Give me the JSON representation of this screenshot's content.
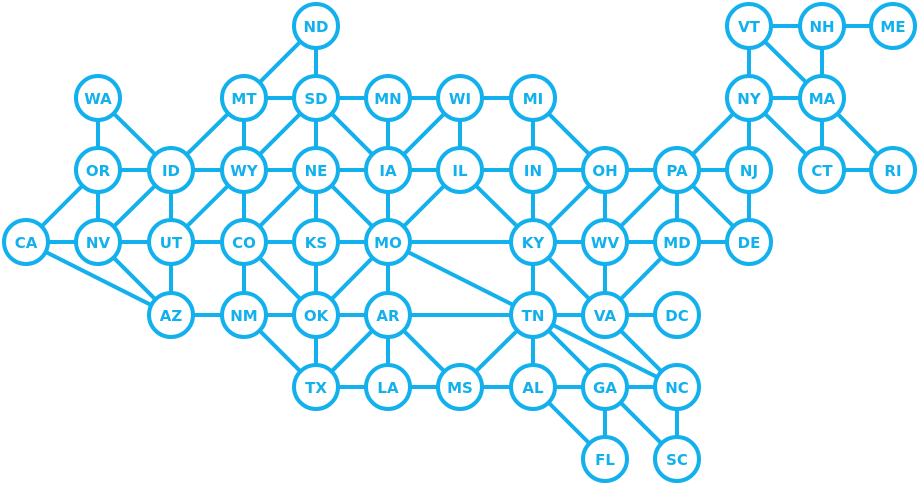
{
  "diagram": {
    "color": "#12b0ec",
    "nodes": [
      {
        "id": "ND"
      },
      {
        "id": "VT"
      },
      {
        "id": "NH"
      },
      {
        "id": "ME"
      },
      {
        "id": "WA"
      },
      {
        "id": "MT"
      },
      {
        "id": "SD"
      },
      {
        "id": "MN"
      },
      {
        "id": "WI"
      },
      {
        "id": "MI"
      },
      {
        "id": "NY"
      },
      {
        "id": "MA"
      },
      {
        "id": "OR"
      },
      {
        "id": "ID"
      },
      {
        "id": "WY"
      },
      {
        "id": "NE"
      },
      {
        "id": "IA"
      },
      {
        "id": "IL"
      },
      {
        "id": "IN"
      },
      {
        "id": "OH"
      },
      {
        "id": "PA"
      },
      {
        "id": "NJ"
      },
      {
        "id": "CT"
      },
      {
        "id": "RI"
      },
      {
        "id": "CA"
      },
      {
        "id": "NV"
      },
      {
        "id": "UT"
      },
      {
        "id": "CO"
      },
      {
        "id": "KS"
      },
      {
        "id": "MO"
      },
      {
        "id": "KY"
      },
      {
        "id": "WV"
      },
      {
        "id": "MD"
      },
      {
        "id": "DE"
      },
      {
        "id": "AZ"
      },
      {
        "id": "NM"
      },
      {
        "id": "OK"
      },
      {
        "id": "AR"
      },
      {
        "id": "TN"
      },
      {
        "id": "VA"
      },
      {
        "id": "DC"
      },
      {
        "id": "TX"
      },
      {
        "id": "LA"
      },
      {
        "id": "MS"
      },
      {
        "id": "AL"
      },
      {
        "id": "GA"
      },
      {
        "id": "NC"
      },
      {
        "id": "FL"
      },
      {
        "id": "SC"
      }
    ],
    "edges": [
      [
        "WA",
        "OR"
      ],
      [
        "WA",
        "ID"
      ],
      [
        "OR",
        "ID"
      ],
      [
        "OR",
        "NV"
      ],
      [
        "OR",
        "CA"
      ],
      [
        "CA",
        "NV"
      ],
      [
        "CA",
        "AZ"
      ],
      [
        "NV",
        "ID"
      ],
      [
        "NV",
        "UT"
      ],
      [
        "NV",
        "AZ"
      ],
      [
        "ID",
        "MT"
      ],
      [
        "ID",
        "WY"
      ],
      [
        "ID",
        "UT"
      ],
      [
        "UT",
        "WY"
      ],
      [
        "UT",
        "CO"
      ],
      [
        "UT",
        "AZ"
      ],
      [
        "AZ",
        "NM"
      ],
      [
        "MT",
        "ND"
      ],
      [
        "MT",
        "SD"
      ],
      [
        "MT",
        "WY"
      ],
      [
        "WY",
        "SD"
      ],
      [
        "WY",
        "NE"
      ],
      [
        "WY",
        "CO"
      ],
      [
        "CO",
        "NE"
      ],
      [
        "CO",
        "KS"
      ],
      [
        "CO",
        "OK"
      ],
      [
        "CO",
        "NM"
      ],
      [
        "NM",
        "OK"
      ],
      [
        "NM",
        "TX"
      ],
      [
        "ND",
        "SD"
      ],
      [
        "SD",
        "MN"
      ],
      [
        "SD",
        "NE"
      ],
      [
        "SD",
        "IA"
      ],
      [
        "NE",
        "IA"
      ],
      [
        "NE",
        "KS"
      ],
      [
        "NE",
        "MO"
      ],
      [
        "KS",
        "MO"
      ],
      [
        "KS",
        "OK"
      ],
      [
        "OK",
        "MO"
      ],
      [
        "OK",
        "AR"
      ],
      [
        "OK",
        "TX"
      ],
      [
        "TX",
        "AR"
      ],
      [
        "TX",
        "LA"
      ],
      [
        "MN",
        "WI"
      ],
      [
        "MN",
        "IA"
      ],
      [
        "IA",
        "WI"
      ],
      [
        "IA",
        "IL"
      ],
      [
        "IA",
        "MO"
      ],
      [
        "MO",
        "IL"
      ],
      [
        "MO",
        "KY"
      ],
      [
        "MO",
        "TN"
      ],
      [
        "MO",
        "AR"
      ],
      [
        "AR",
        "TN"
      ],
      [
        "AR",
        "MS"
      ],
      [
        "AR",
        "LA"
      ],
      [
        "LA",
        "MS"
      ],
      [
        "WI",
        "MI"
      ],
      [
        "WI",
        "IL"
      ],
      [
        "IL",
        "IN"
      ],
      [
        "IL",
        "KY"
      ],
      [
        "MI",
        "IN"
      ],
      [
        "MI",
        "OH"
      ],
      [
        "IN",
        "OH"
      ],
      [
        "IN",
        "KY"
      ],
      [
        "OH",
        "PA"
      ],
      [
        "OH",
        "WV"
      ],
      [
        "OH",
        "KY"
      ],
      [
        "KY",
        "WV"
      ],
      [
        "KY",
        "VA"
      ],
      [
        "KY",
        "TN"
      ],
      [
        "TN",
        "VA"
      ],
      [
        "TN",
        "NC"
      ],
      [
        "TN",
        "GA"
      ],
      [
        "TN",
        "AL"
      ],
      [
        "TN",
        "MS"
      ],
      [
        "MS",
        "AL"
      ],
      [
        "AL",
        "GA"
      ],
      [
        "AL",
        "FL"
      ],
      [
        "GA",
        "FL"
      ],
      [
        "GA",
        "SC"
      ],
      [
        "GA",
        "NC"
      ],
      [
        "NC",
        "SC"
      ],
      [
        "NC",
        "VA"
      ],
      [
        "VA",
        "WV"
      ],
      [
        "VA",
        "MD"
      ],
      [
        "VA",
        "DC"
      ],
      [
        "WV",
        "PA"
      ],
      [
        "WV",
        "MD"
      ],
      [
        "MD",
        "PA"
      ],
      [
        "MD",
        "DE"
      ],
      [
        "PA",
        "NY"
      ],
      [
        "PA",
        "NJ"
      ],
      [
        "PA",
        "DE"
      ],
      [
        "NJ",
        "NY"
      ],
      [
        "NJ",
        "DE"
      ],
      [
        "NY",
        "VT"
      ],
      [
        "NY",
        "MA"
      ],
      [
        "NY",
        "CT"
      ],
      [
        "VT",
        "NH"
      ],
      [
        "VT",
        "MA"
      ],
      [
        "NH",
        "MA"
      ],
      [
        "NH",
        "ME"
      ],
      [
        "MA",
        "CT"
      ],
      [
        "MA",
        "RI"
      ],
      [
        "CT",
        "RI"
      ]
    ]
  }
}
